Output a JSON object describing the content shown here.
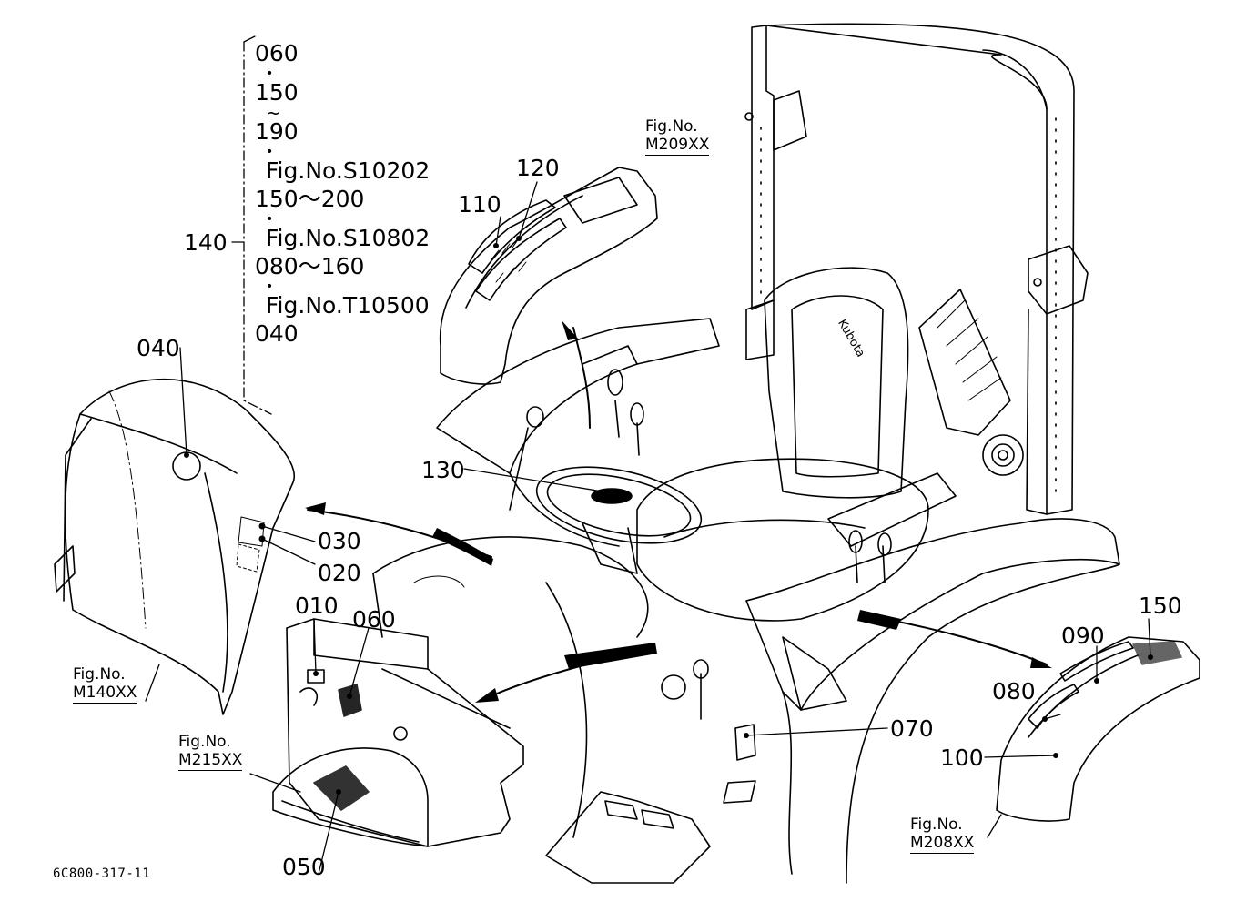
{
  "callouts": {
    "c010": "010",
    "c020": "020",
    "c030": "030",
    "c040": "040",
    "c050": "050",
    "c060": "060",
    "c070": "070",
    "c080": "080",
    "c090": "090",
    "c100": "100",
    "c110": "110",
    "c120": "120",
    "c130": "130",
    "c140": "140",
    "c150": "150"
  },
  "figure_refs": {
    "m209": {
      "label": "Fig.No.",
      "number": "M209XX"
    },
    "m140": {
      "label": "Fig.No.",
      "number": "M140XX"
    },
    "m215": {
      "label": "Fig.No.",
      "number": "M215XX"
    },
    "m208": {
      "label": "Fig.No.",
      "number": "M208XX"
    }
  },
  "applicability_list": {
    "items": [
      "060",
      "150",
      "190",
      "Fig.No.S10202",
      "150～200",
      "Fig.No.S10802",
      "080～160",
      "Fig.No.T10500",
      "040"
    ],
    "dot": "•",
    "tilde": "~"
  },
  "seat_brand": "Kubota",
  "drawing_code": "6C800-317-11"
}
